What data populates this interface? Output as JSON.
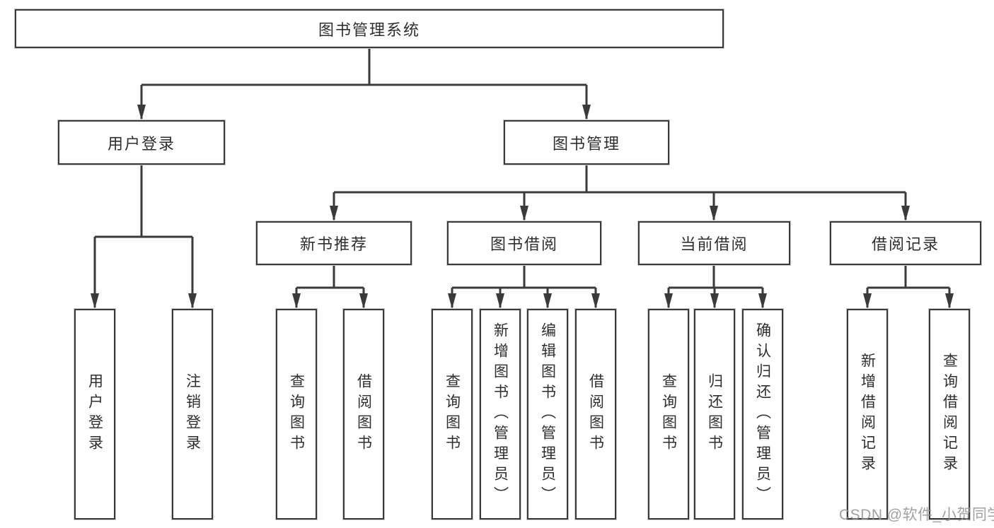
{
  "diagram": {
    "title_node": {
      "label": "图书管理系统"
    },
    "level2": [
      {
        "id": "user-login",
        "label": "用户登录",
        "parent": "图书管理系统"
      },
      {
        "id": "book-management",
        "label": "图书管理",
        "parent": "图书管理系统"
      }
    ],
    "level3": [
      {
        "id": "new-book-recommend",
        "label": "新书推荐",
        "parent": "图书管理"
      },
      {
        "id": "book-borrowing",
        "label": "图书借阅",
        "parent": "图书管理"
      },
      {
        "id": "current-borrowing",
        "label": "当前借阅",
        "parent": "图书管理"
      },
      {
        "id": "borrowing-records",
        "label": "借阅记录",
        "parent": "图书管理"
      }
    ],
    "leaves": [
      {
        "label": "用户登录",
        "parent": "用户登录"
      },
      {
        "label": "注销登录",
        "parent": "用户登录"
      },
      {
        "label": "查询图书",
        "parent": "新书推荐"
      },
      {
        "label": "借阅图书",
        "parent": "新书推荐"
      },
      {
        "label": "查询图书",
        "parent": "图书借阅"
      },
      {
        "label": "新增图书（管理员）",
        "parent": "图书借阅"
      },
      {
        "label": "编辑图书（管理员）",
        "parent": "图书借阅"
      },
      {
        "label": "借阅图书",
        "parent": "图书借阅"
      },
      {
        "label": "查询图书",
        "parent": "当前借阅"
      },
      {
        "label": "归还图书",
        "parent": "当前借阅"
      },
      {
        "label": "确认归还（管理员）",
        "parent": "当前借阅"
      },
      {
        "label": "新增借阅记录",
        "parent": "借阅记录"
      },
      {
        "label": "查询借阅记录",
        "parent": "借阅记录"
      }
    ],
    "watermark": {
      "text": "CSDN @软件_小贺同学"
    },
    "colors": {
      "line": "#3a3a3a",
      "box_border": "#3a3a3a",
      "text": "#2e2e2e",
      "watermark": "#919191",
      "background": "#ffffff"
    }
  }
}
